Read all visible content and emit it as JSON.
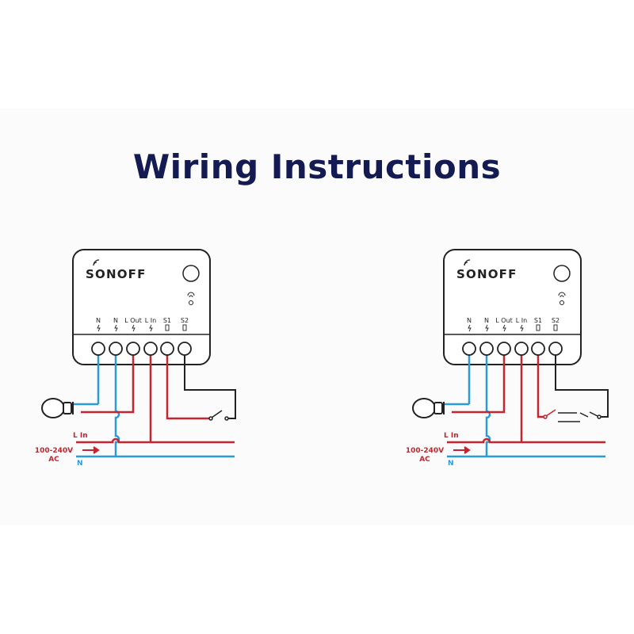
{
  "title": "Wiring Instructions",
  "colors": {
    "title": "#141a52",
    "live": "#c4252f",
    "neutral": "#2a9bd6",
    "switch_wire": "#222222",
    "outline": "#222222"
  },
  "device": {
    "brand": "SONOFF",
    "terminals": [
      "N",
      "N",
      "L Out",
      "L In",
      "S1",
      "S2"
    ],
    "icons": [
      "wifi-icon",
      "reset-button-icon",
      "led-icon"
    ]
  },
  "supply": {
    "live_label": "L In",
    "neutral_label": "N",
    "voltage_label": "100-240V",
    "ac_label": "AC"
  },
  "diagrams": [
    {
      "id": "left",
      "switch_type": "single switch"
    },
    {
      "id": "right",
      "switch_type": "two-way switch"
    }
  ]
}
